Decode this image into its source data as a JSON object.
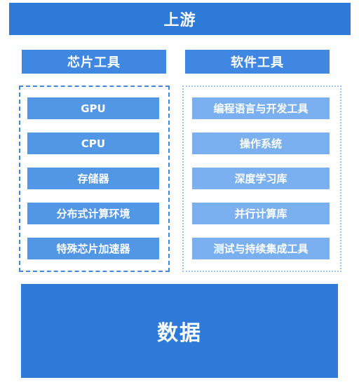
{
  "upstream": {
    "title": "上游"
  },
  "chip_tools": {
    "title": "芯片工具",
    "items": [
      "GPU",
      "CPU",
      "存储器",
      "分布式计算环境",
      "特殊芯片加速器"
    ]
  },
  "software_tools": {
    "title": "软件工具",
    "items": [
      "编程语言与开发工具",
      "操作系统",
      "深度学习库",
      "并行计算库",
      "测试与持续集成工具"
    ]
  },
  "data_block": {
    "title": "数据"
  },
  "colors": {
    "primary": "#2e7ad9",
    "header": "#3f87e0",
    "chip_item": "#5296e6",
    "software_item": "#7ab0ef"
  }
}
